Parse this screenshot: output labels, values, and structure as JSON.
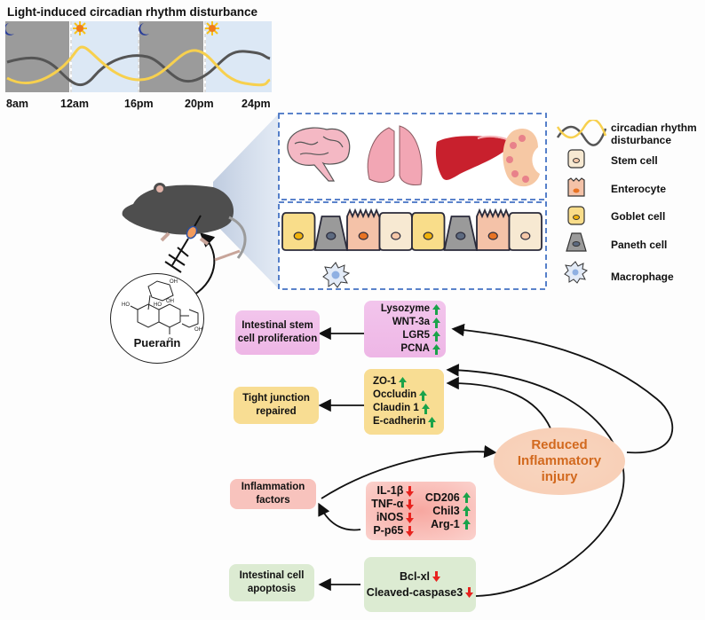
{
  "figure": {
    "circadian_panel": {
      "title": "Light-induced circadian rhythm disturbance",
      "time_labels": [
        "8am",
        "12am",
        "16pm",
        "20pm",
        "24pm"
      ],
      "phases": [
        "night",
        "day",
        "night",
        "day"
      ],
      "icons": [
        "moon-icon",
        "sun-icon",
        "moon-icon",
        "sun-icon"
      ]
    },
    "organs": [
      "brain",
      "lung",
      "liver",
      "kidney"
    ],
    "epithelium_cells": [
      "goblet",
      "paneth",
      "enterocyte",
      "stem",
      "goblet",
      "paneth",
      "enterocyte",
      "stem"
    ],
    "legend": {
      "items": [
        {
          "icon": "circadian-curves-icon",
          "label_line1": "circadian rhythm",
          "label_line2": "disturbance"
        },
        {
          "icon": "stem-cell-icon",
          "label": "Stem cell"
        },
        {
          "icon": "enterocyte-icon",
          "label": "Enterocyte"
        },
        {
          "icon": "goblet-cell-icon",
          "label": "Goblet cell"
        },
        {
          "icon": "paneth-cell-icon",
          "label": "Paneth cell"
        },
        {
          "icon": "macrophage-icon",
          "label": "Macrophage"
        }
      ]
    },
    "drug": {
      "name": "Puerarin"
    },
    "outcomes": {
      "stem": {
        "line1": "Intestinal stem",
        "line2": "cell proliferation"
      },
      "tight": {
        "line1": "Tight junction",
        "line2": "repaired"
      },
      "inflam": {
        "line1": "Inflammation",
        "line2": "factors"
      },
      "apop": {
        "line1": "Intestinal cell",
        "line2": "apoptosis"
      }
    },
    "markers": {
      "stem": [
        {
          "name": "Lysozyme",
          "dir": "up"
        },
        {
          "name": "WNT-3a",
          "dir": "up"
        },
        {
          "name": "LGR5",
          "dir": "up"
        },
        {
          "name": "PCNA",
          "dir": "up"
        }
      ],
      "tight": [
        {
          "name": "ZO-1",
          "dir": "up"
        },
        {
          "name": "Occludin",
          "dir": "up"
        },
        {
          "name": "Claudin 1",
          "dir": "up"
        },
        {
          "name": "E-cadherin",
          "dir": "up"
        }
      ],
      "inflam_left": [
        {
          "name": "IL-1β",
          "dir": "down"
        },
        {
          "name": "TNF-α",
          "dir": "down"
        },
        {
          "name": "iNOS",
          "dir": "down"
        },
        {
          "name": "P-p65",
          "dir": "down"
        }
      ],
      "inflam_right": [
        {
          "name": "CD206",
          "dir": "up"
        },
        {
          "name": "Chil3",
          "dir": "up"
        },
        {
          "name": "Arg-1",
          "dir": "up"
        }
      ],
      "apop": [
        {
          "name": "Bcl-xl",
          "dir": "down"
        },
        {
          "name": "Cleaved-caspase3",
          "dir": "down"
        }
      ]
    },
    "central": {
      "line1": "Reduced",
      "line2": "Inflammatory",
      "line3": "injury"
    },
    "colors": {
      "up": "#1aa34a",
      "down": "#e8231f",
      "accent_orange": "#d2691e",
      "dash_blue": "#4472c4"
    }
  }
}
